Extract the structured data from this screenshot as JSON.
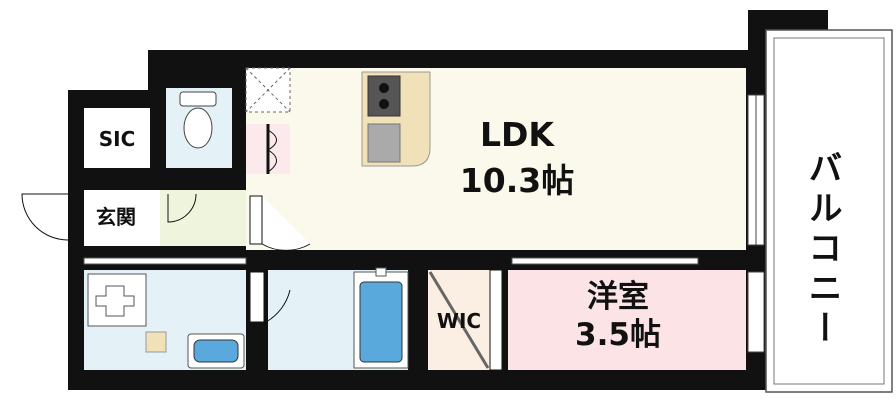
{
  "rooms": {
    "ldk_name": "LDK",
    "ldk_size": "10.3帖",
    "western_name": "洋室",
    "western_size": "3.5帖",
    "balcony": "バルコニー",
    "entrance": "玄関",
    "sic": "SIC",
    "wic": "WIC"
  },
  "colors": {
    "wall": "#111111",
    "ldk_floor": "#fbf9ec",
    "western_floor": "#fbe3e6",
    "wet_area": "#e4f2f7",
    "entrance_floor": "#eef5dc",
    "kitchen_counter": "#f1e1b8",
    "bath_tub": "#5aa9dc",
    "wic_floor": "#fbeee3"
  },
  "icons": [
    "toilet-icon",
    "stove-icon",
    "sink-icon",
    "bathtub-icon",
    "washbasin-icon",
    "washer-icon",
    "door-swing-icon"
  ]
}
